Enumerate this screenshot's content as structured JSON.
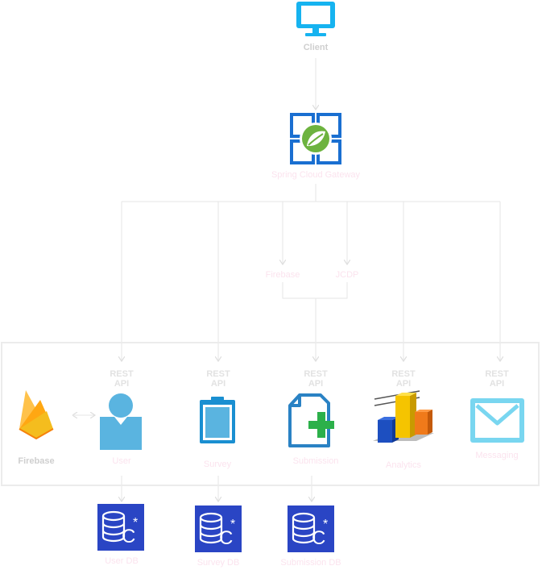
{
  "client": {
    "label": "Client",
    "icon": "monitor-icon",
    "color": "#16b3f0"
  },
  "gateway": {
    "label": "Spring Cloud Gateway",
    "icon": "spring-gateway-icon",
    "color": "#1a6fd1"
  },
  "auth_nodes": [
    "Firebase",
    "JCDP"
  ],
  "services_rest_label": {
    "line1": "REST",
    "line2": "API"
  },
  "services": [
    {
      "id": "user",
      "label": "User",
      "icon": "user-icon"
    },
    {
      "id": "survey",
      "label": "Survey",
      "icon": "clipboard-icon"
    },
    {
      "id": "submission",
      "label": "Submission",
      "icon": "add-document-icon"
    },
    {
      "id": "analytics",
      "label": "Analytics",
      "icon": "bar-chart-icon"
    },
    {
      "id": "messaging",
      "label": "Messaging",
      "icon": "envelope-icon"
    }
  ],
  "firebase": {
    "label": "Firebase",
    "icon": "firebase-flame-icon"
  },
  "databases": [
    {
      "label": "User DB",
      "icon": "database-icon"
    },
    {
      "label": "Survey DB",
      "icon": "database-icon"
    },
    {
      "label": "Submission DB",
      "icon": "database-icon"
    }
  ],
  "colors": {
    "connector": "#e6e6e6",
    "db_blue": "#2a45c4",
    "service_blue": "#5ab4e0",
    "muted_label": "#fbe3ee"
  }
}
